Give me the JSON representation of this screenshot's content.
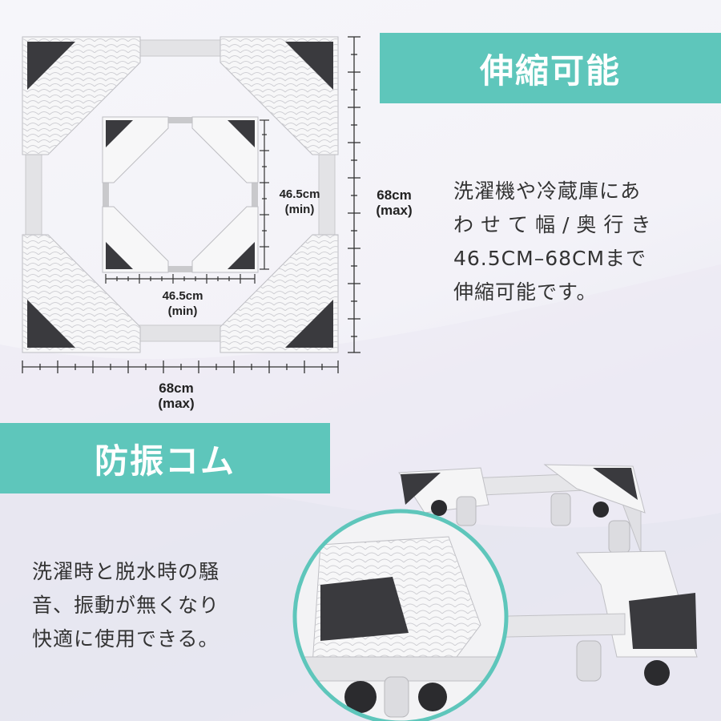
{
  "sections": {
    "top_title": "伸縮可能",
    "top_desc": [
      "洗濯機や冷蔵庫にあ",
      "わせて幅/奥行き",
      "46.5CM–68CMまで",
      "伸縮可能です。"
    ],
    "bottom_title": "防振コム",
    "bottom_desc": [
      "洗濯時と脱水時の騒",
      "音、振動が無くなり",
      "快適に使用できる。"
    ]
  },
  "dimensions": {
    "inner_vertical": {
      "value": "46.5cm",
      "note": "(min)"
    },
    "inner_horizontal": {
      "value": "46.5cm",
      "note": "(min)"
    },
    "outer_vertical": {
      "value": "68cm",
      "note": "(max)"
    },
    "outer_horizontal": {
      "value": "68cm",
      "note": "(max)"
    }
  },
  "colors": {
    "accent": "#5ec6bb",
    "frame": "#e8e8ea",
    "pad": "#3a3a3e",
    "text": "#333333"
  },
  "icons": [
    "ruler-icon",
    "stand-frame-icon",
    "caster-wheel-icon",
    "zoom-circle-icon"
  ]
}
